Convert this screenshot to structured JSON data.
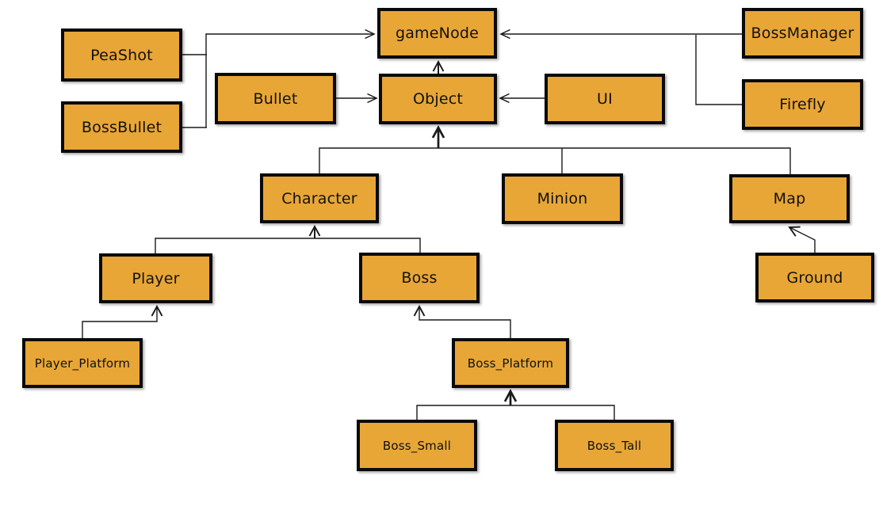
{
  "diagram_type": "class-inheritance-diagram",
  "colors": {
    "background": "#ffffff",
    "node_fill": "#E8A637",
    "node_border": "#0a0a0a",
    "edge": "#1a1a1a",
    "label": "#111111"
  },
  "nodes": {
    "gameNode": {
      "label": "gameNode"
    },
    "BossManager": {
      "label": "BossManager"
    },
    "PeaShot": {
      "label": "PeaShot"
    },
    "BossBullet": {
      "label": "BossBullet"
    },
    "Bullet": {
      "label": "Bullet"
    },
    "Object": {
      "label": "Object"
    },
    "UI": {
      "label": "UI"
    },
    "Firefly": {
      "label": "Firefly"
    },
    "Character": {
      "label": "Character"
    },
    "Minion": {
      "label": "Minion"
    },
    "Map": {
      "label": "Map"
    },
    "Player": {
      "label": "Player"
    },
    "Boss": {
      "label": "Boss"
    },
    "Ground": {
      "label": "Ground"
    },
    "Player_Platform": {
      "label": "Player_Platform"
    },
    "Boss_Platform": {
      "label": "Boss_Platform"
    },
    "Boss_Small": {
      "label": "Boss_Small"
    },
    "Boss_Tall": {
      "label": "Boss_Tall"
    }
  },
  "edges": [
    {
      "from": "PeaShot",
      "to": "gameNode"
    },
    {
      "from": "BossBullet",
      "to": "gameNode"
    },
    {
      "from": "BossManager",
      "to": "gameNode"
    },
    {
      "from": "Firefly",
      "to": "gameNode"
    },
    {
      "from": "Bullet",
      "to": "Object"
    },
    {
      "from": "UI",
      "to": "Object"
    },
    {
      "from": "Object",
      "to": "gameNode"
    },
    {
      "from": "Character",
      "to": "Object"
    },
    {
      "from": "Minion",
      "to": "Object"
    },
    {
      "from": "Map",
      "to": "Object"
    },
    {
      "from": "Player",
      "to": "Character"
    },
    {
      "from": "Boss",
      "to": "Character"
    },
    {
      "from": "Ground",
      "to": "Map"
    },
    {
      "from": "Player_Platform",
      "to": "Player"
    },
    {
      "from": "Boss_Platform",
      "to": "Boss"
    },
    {
      "from": "Boss_Small",
      "to": "Boss_Platform"
    },
    {
      "from": "Boss_Tall",
      "to": "Boss_Platform"
    }
  ]
}
